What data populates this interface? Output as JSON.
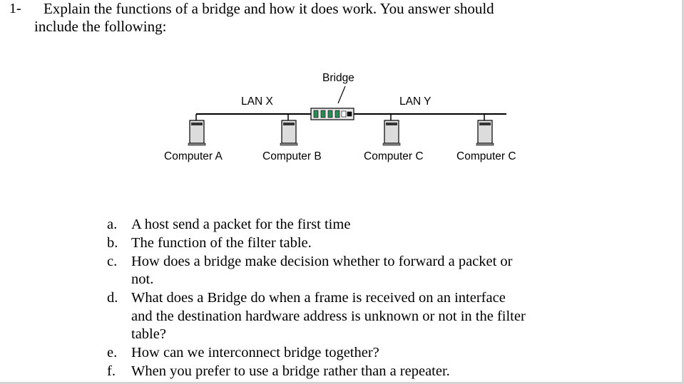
{
  "question": {
    "number": "1-",
    "line1": "Explain the functions of a bridge and how it does work. You answer should",
    "line2": "include the following:"
  },
  "diagram": {
    "bridge_label": "Bridge",
    "lan_x_label": "LAN X",
    "lan_y_label": "LAN Y",
    "computers": [
      "Computer A",
      "Computer B",
      "Computer C",
      "Computer C"
    ]
  },
  "items": [
    {
      "letter": "a.",
      "lines": [
        "A host send a packet for the first time"
      ]
    },
    {
      "letter": "b.",
      "lines": [
        "The function of the filter table."
      ]
    },
    {
      "letter": "c.",
      "lines": [
        "How does a bridge make decision whether to forward a packet or",
        "not."
      ]
    },
    {
      "letter": "d.",
      "lines": [
        "What does a Bridge do when a frame is received on an interface",
        "and the destination hardware address is unknown or not in the filter",
        "table?"
      ]
    },
    {
      "letter": "e.",
      "lines": [
        "How can we interconnect bridge together?"
      ]
    },
    {
      "letter": "f.",
      "lines": [
        "When you prefer to use a bridge rather than a repeater."
      ]
    }
  ]
}
